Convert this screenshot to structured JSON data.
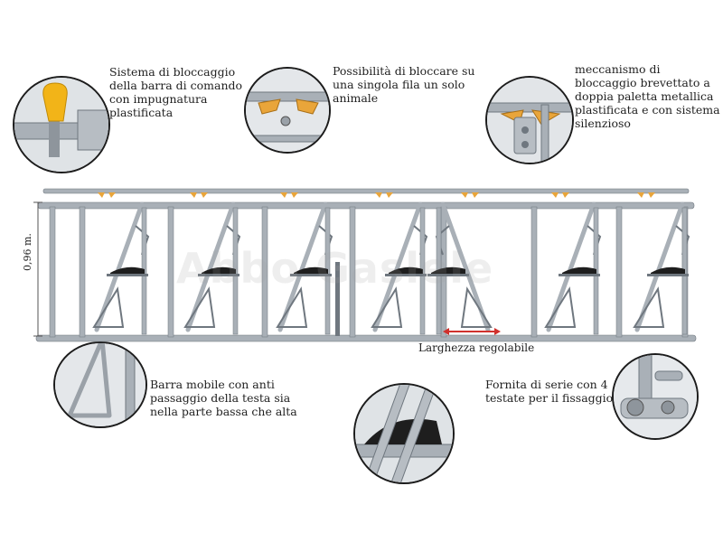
{
  "captions": {
    "locking_system": "Sistema di bloccaggio\ndella barra di comando\ncon impugnatura\nplastificata",
    "single_row": "Possibilità di bloccare su\nuna singola fila un solo\nanimale",
    "mechanism": "meccanismo di\nbloccaggio brevettato a\ndoppia paletta metallica\nplastificata e con sistema\nsilenzioso",
    "mobile_bar": "Barra mobile con anti\npassaggio della testa sia\nnella parte bassa che alta",
    "supplied": "Fornita di serie con 4\ntestate per il fissaggio."
  },
  "dimensions": {
    "height": "0,96 m.",
    "adjustable_width": "Larghezza regolabile"
  },
  "watermark": "Abbo Gaslele",
  "colors": {
    "steel": "#a9b0b7",
    "steel_dark": "#6f777f",
    "handle_yellow": "#f2b418",
    "paddle_orange": "#e9a53a",
    "arrow_red": "#d0312d",
    "black_part": "#1e1e1e"
  }
}
